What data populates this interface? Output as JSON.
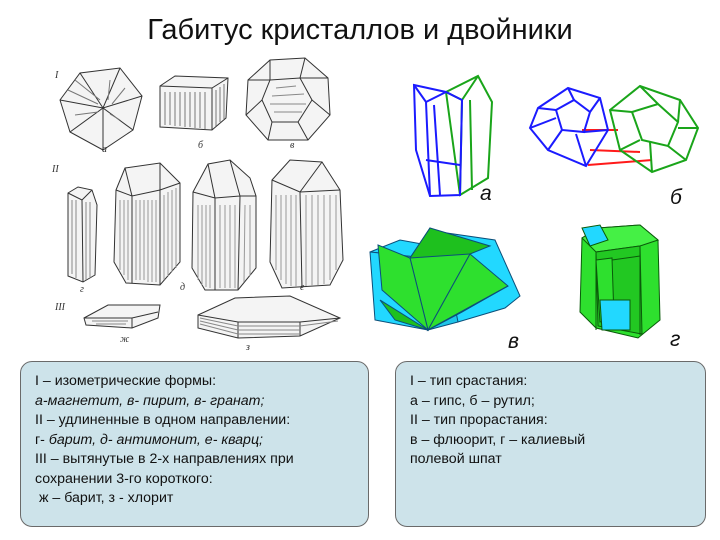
{
  "title": "Габитус кристаллов и двойники",
  "left_figure": {
    "row_labels": [
      "I",
      "II",
      "III"
    ],
    "fig_labels": [
      "а",
      "б",
      "в",
      "г",
      "д",
      "е",
      "ж",
      "з"
    ]
  },
  "right_figure": {
    "labels": [
      "а",
      "б",
      "в",
      "г"
    ],
    "colors": {
      "blue": "#1b1bff",
      "green": "#1aa51a",
      "red": "#ff1a1a",
      "cyan": "#22d8ff",
      "bright_green": "#2ee02e"
    }
  },
  "left_panel": {
    "lines": [
      {
        "plain": "I – изометрические формы:",
        "italic": ""
      },
      {
        "plain": "",
        "italic": "а-магнетит, в- пирит, в- гранат;"
      },
      {
        "plain": "II – удлиненные в одном направлении:",
        "italic": ""
      },
      {
        "plain": "г- ",
        "italic": "барит, д- антимонит, е- кварц;"
      },
      {
        "plain": "III – вытянутые в 2-х направлениях при",
        "italic": ""
      },
      {
        "plain": "сохранении 3-го короткого:",
        "italic": ""
      },
      {
        "plain": " ж – барит, з - хлорит",
        "italic": ""
      }
    ]
  },
  "right_panel": {
    "lines": [
      "I – тип срастания:",
      "а – гипс, б – рутил;",
      "II – тип прорастания:",
      "в – флюорит, г – калиевый",
      "полевой шпат"
    ]
  }
}
